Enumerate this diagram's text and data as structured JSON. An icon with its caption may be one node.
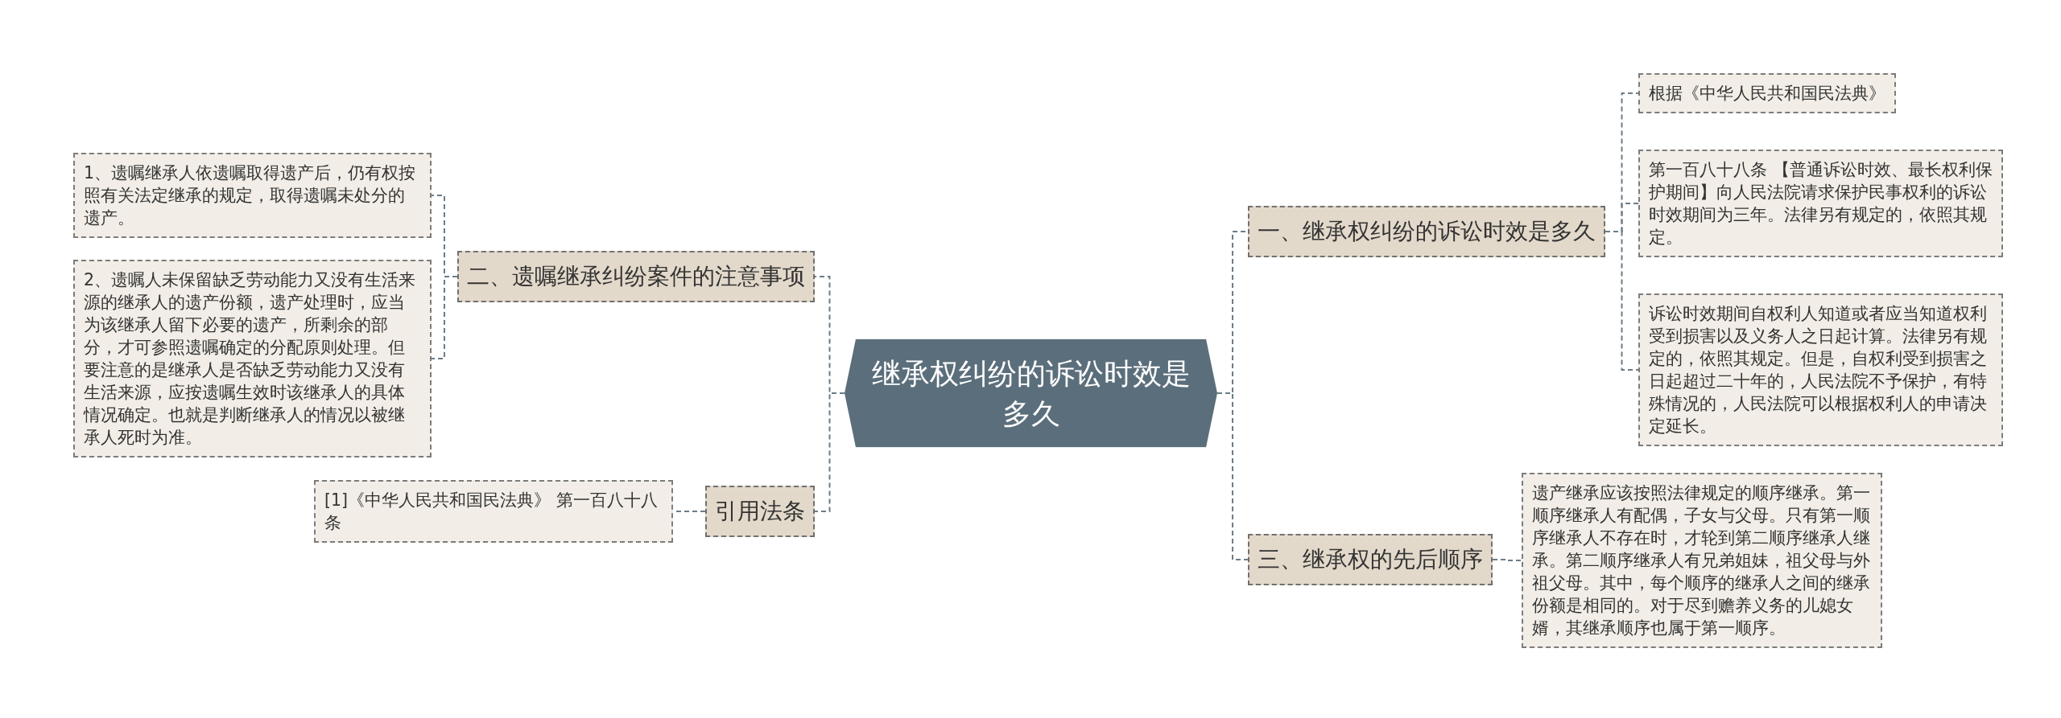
{
  "diagram": {
    "nodes": [
      {
        "text": [
          "继承权纠纷的诉讼时效是多久"
        ]
      },
      {
        "text": [
          "一、继承权纠纷的诉讼时效是多久"
        ]
      },
      {
        "text": [
          "根据《中华人民共和国民法典》"
        ]
      },
      {
        "text": [
          "第一百八十八条 【普通诉讼时效、最长权利保护期间】向人民法院请求保护民事权利的诉讼时效期间为三年。法律另有规定的，依照其规定。"
        ]
      },
      {
        "text": [
          "诉讼时效期间自权利人知道或者应当知道权利受到损害以及义务人之日起计算。法律另有规定的，依照其规定。但是，自权利受到损害之日起超过二十年的，人民法院不予保护，有特殊情况的，人民法院可以根据权利人的申请决定延长。"
        ]
      },
      {
        "text": [
          "三、继承权的先后顺序"
        ]
      },
      {
        "text": [
          "遗产继承应该按照法律规定的顺序继承。第一顺序继承人有配偶，子女与父母。只有第一顺序继承人不存在时，才轮到第二顺序继承人继承。第二顺序继承人有兄弟姐妹，祖父母与外祖父母。其中，每个顺序的继承人之间的继承份额是相同的。对于尽到赡养义务的儿媳女婿，其继承顺序也属于第一顺序。"
        ]
      },
      {
        "text": [
          "二、遗嘱继承纠纷案件的注意事项"
        ]
      },
      {
        "text": [
          "1、遗嘱继承人依遗嘱取得遗产后，仍有权按照有关法定继承的规定，取得遗嘱未处分的遗产。"
        ]
      },
      {
        "text": [
          "2、遗嘱人未保留缺乏劳动能力又没有生活来源的继承人的遗产份额，遗产处理时，应当为该继承人留下必要的遗产，所剩余的部分，才可参照遗嘱确定的分配原则处理。但要注意的是继承人是否缺乏劳动能力又没有生活来源，应按遗嘱生效时该继承人的具体情况确定。也就是判断继承人的情况以被继承人死时为准。"
        ]
      },
      {
        "text": [
          "引用法条"
        ]
      },
      {
        "text": [
          "[1]《中华人民共和国民法典》 第一百八十八条"
        ]
      }
    ],
    "edges": [
      {
        "from": 0,
        "to": 1,
        "arrow": "none",
        "style": "dashed"
      },
      {
        "from": 1,
        "to": 2,
        "arrow": "none",
        "style": "dashed"
      },
      {
        "from": 1,
        "to": 3,
        "arrow": "none",
        "style": "dashed"
      },
      {
        "from": 1,
        "to": 4,
        "arrow": "none",
        "style": "dashed"
      },
      {
        "from": 0,
        "to": 5,
        "arrow": "none",
        "style": "dashed"
      },
      {
        "from": 5,
        "to": 6,
        "arrow": "none",
        "style": "dashed"
      },
      {
        "from": 0,
        "to": 7,
        "arrow": "none",
        "style": "dashed"
      },
      {
        "from": 7,
        "to": 8,
        "arrow": "none",
        "style": "dashed"
      },
      {
        "from": 7,
        "to": 9,
        "arrow": "none",
        "style": "dashed"
      },
      {
        "from": 0,
        "to": 10,
        "arrow": "none",
        "style": "dashed"
      },
      {
        "from": 10,
        "to": 11,
        "arrow": "none",
        "style": "dashed"
      }
    ]
  }
}
